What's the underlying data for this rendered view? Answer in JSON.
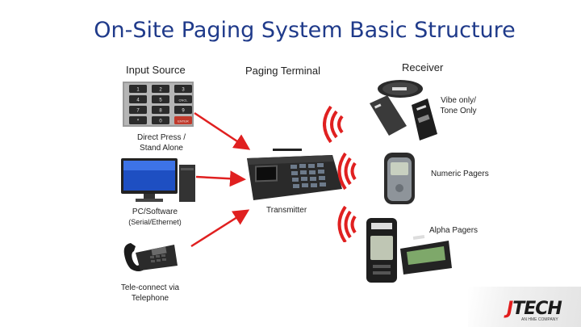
{
  "title": "On-Site Paging System Basic Structure",
  "headers": {
    "input_source": "Input Source",
    "paging_terminal": "Paging Terminal",
    "receiver": "Receiver"
  },
  "labels": {
    "direct_press_1": "Direct Press /",
    "direct_press_2": "Stand Alone",
    "pc_software_1": "PC/Software",
    "pc_software_2": "(Serial/Ethernet)",
    "tele_connect_1": "Tele-connect via",
    "tele_connect_2": "Telephone",
    "transmitter": "Transmitter",
    "vibe_1": "Vibe only/",
    "vibe_2": "Tone Only",
    "numeric_pagers": "Numeric Pagers",
    "alpha_pagers": "Alpha Pagers"
  },
  "keypad": {
    "keys": [
      "1",
      "2",
      "3",
      "4",
      "5",
      "CNCL",
      "7",
      "8",
      "9",
      "*",
      "0",
      "ENTER"
    ]
  },
  "logo": {
    "text_j": "J",
    "text_rest": "TECH",
    "tagline": "AN HME COMPANY"
  },
  "colors": {
    "title": "#1f3a8a",
    "arrow": "#e02020",
    "signal": "#e02020"
  },
  "icons": [
    "keypad-image",
    "pc-monitor-image",
    "desk-phone-image",
    "transmitter-console-image",
    "vibe-pager-image",
    "numeric-pager-image",
    "alpha-pager-image",
    "signal-waves-icon",
    "arrow-icon"
  ]
}
